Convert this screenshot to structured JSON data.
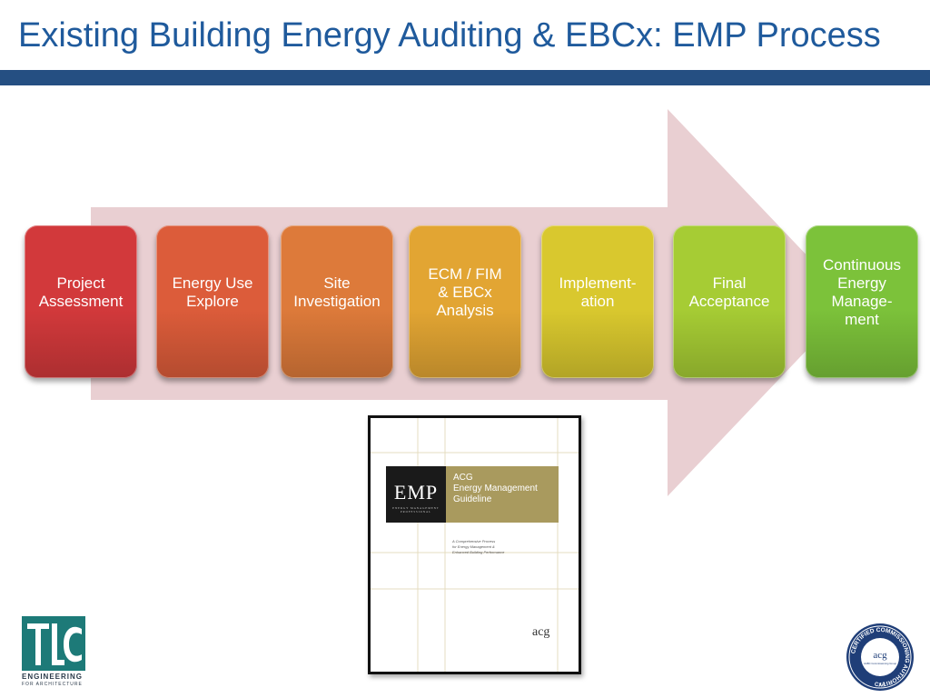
{
  "title": "Existing Building Energy Auditing & EBCx: EMP Process",
  "steps": [
    {
      "lines": [
        "Project",
        "Assessment"
      ],
      "color": "#d2393b"
    },
    {
      "lines": [
        "Energy Use",
        "Explore"
      ],
      "color": "#dc5c3a"
    },
    {
      "lines": [
        "Site",
        "Investigation"
      ],
      "color": "#dd7a3a"
    },
    {
      "lines": [
        "ECM / FIM",
        "& EBCx",
        "Analysis"
      ],
      "color": "#e2a533"
    },
    {
      "lines": [
        "Implement-",
        "ation"
      ],
      "color": "#d9c82e"
    },
    {
      "lines": [
        "Final",
        "Acceptance"
      ],
      "color": "#a6cc34"
    },
    {
      "lines": [
        "Continuous",
        "Energy",
        "Manage-",
        "ment"
      ],
      "color": "#7cc23a"
    }
  ],
  "arrow_color": "#e9cfd2",
  "guide": {
    "emp": "EMP",
    "emp_sub": "ENERGY MANAGEMENT PROFESSIONAL",
    "heading": [
      "ACG",
      "Energy Management",
      "Guideline"
    ],
    "subtitle": [
      "A Comprehensive Process",
      "for Energy Management &",
      "Enhanced Building Performance"
    ],
    "logo": "acg"
  },
  "tlc": {
    "mark": "TLC",
    "line1": "ENGINEERING",
    "line2": "FOR ARCHITECTURE"
  },
  "seal": {
    "ring_text": "CERTIFIED COMMISSIONING AUTHORITY",
    "center_logo": "acg",
    "center_sub": "AABC Commissioning Group",
    "bottom": "CxA"
  }
}
